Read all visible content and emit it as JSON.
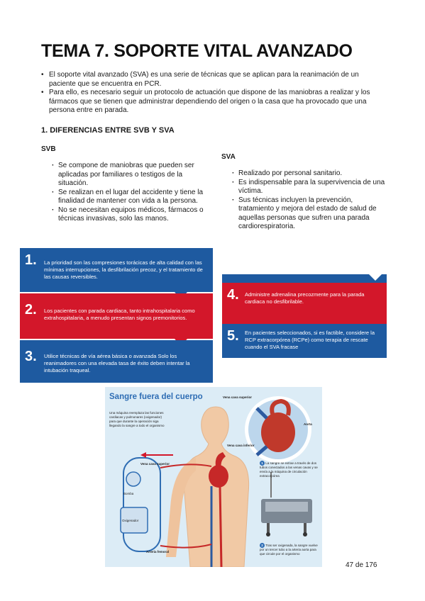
{
  "title": "TEMA 7. SOPORTE VITAL AVANZADO",
  "intro": [
    "El soporte vital avanzado (SVA) es una serie de técnicas que se aplican para la reanimación de un paciente que se encuentra en PCR.",
    "Para ello, es necesario seguir un protocolo de actuación que dispone de las maniobras a realizar y los fármacos que se tienen que administrar dependiendo del origen o la casa que ha provocado que una persona entre en parada."
  ],
  "section1": "1.   DIFERENCIAS ENTRE SVB Y SVA",
  "svb": {
    "heading": "SVB",
    "items": [
      "Se compone de maniobras que pueden ser aplicadas por familiares o testigos de la situación.",
      "Se realizan en el lugar del accidente y tiene la finalidad de mantener con vida a la persona.",
      "No se necesitan equipos médicos, fármacos o técnicas invasivas, solo las manos."
    ]
  },
  "sva": {
    "heading": "SVA",
    "items": [
      "Realizado por personal sanitario.",
      "Es indispensable para la supervivencia de una víctima.",
      "Sus técnicas incluyen la prevención, tratamiento y mejora del estado de salud de aquellas personas que sufren una parada cardiorespiratoria."
    ]
  },
  "steps": [
    {
      "num": "1.",
      "text": "La prioridad son las compresiones torácicas de alta calidad con las mínimas interrupciones, la desfibrilación precoz, y el tratamiento de las causas reversibles."
    },
    {
      "num": "2.",
      "text": "Los pacientes con parada cardiaca, tanto intrahospitalaria como extrahospitalaria, a menudo presentan signos premonitorios."
    },
    {
      "num": "3.",
      "text": "Utilice técnicas de vía aérea básica o avanzada Solo los reanimadores con una elevada tasa de éxito deben intentar la intubación traqueal."
    },
    {
      "num": "4.",
      "text": "Administre adrenalina precozmente para la parada cardiaca no desfibrilable."
    },
    {
      "num": "5.",
      "text": "En pacientes seleccionados, si es factible, considere la RCP extracorpórea (RCPe) como terapia de rescate cuando el SVA fracase"
    }
  ],
  "figure": {
    "title": "Sangre fuera del cuerpo",
    "intro": "Una máquina reemplaza las funciones cardiacas y pulmonares (oxigenador) para que durante la operación siga llegando la sangre a todo el organismo",
    "labels": {
      "vena_cava_superior_top": "Vena cava superior",
      "aorta": "Aorta",
      "vena_cava_inferior": "Vena cava inferior",
      "vena_cava_superior_left": "Vena cava superior",
      "bomba": "Bomba",
      "oxigenador": "Oxigenador",
      "arteria_femoral": "Arteria femoral"
    },
    "steps": [
      {
        "n": "1",
        "text": "La sangre se extrae a través de dos tubos conectados a las venas cavas y se envía a la máquina de circulación extracorpórea"
      },
      {
        "n": "2",
        "text": "Tras ser oxigenada, la sangre vuelve por un tercer tubo a la arteria aorta para que circule por el organismo"
      }
    ]
  },
  "page_number": "47 de 176",
  "colors": {
    "blue": "#1e5aa0",
    "red": "#d3172a"
  }
}
